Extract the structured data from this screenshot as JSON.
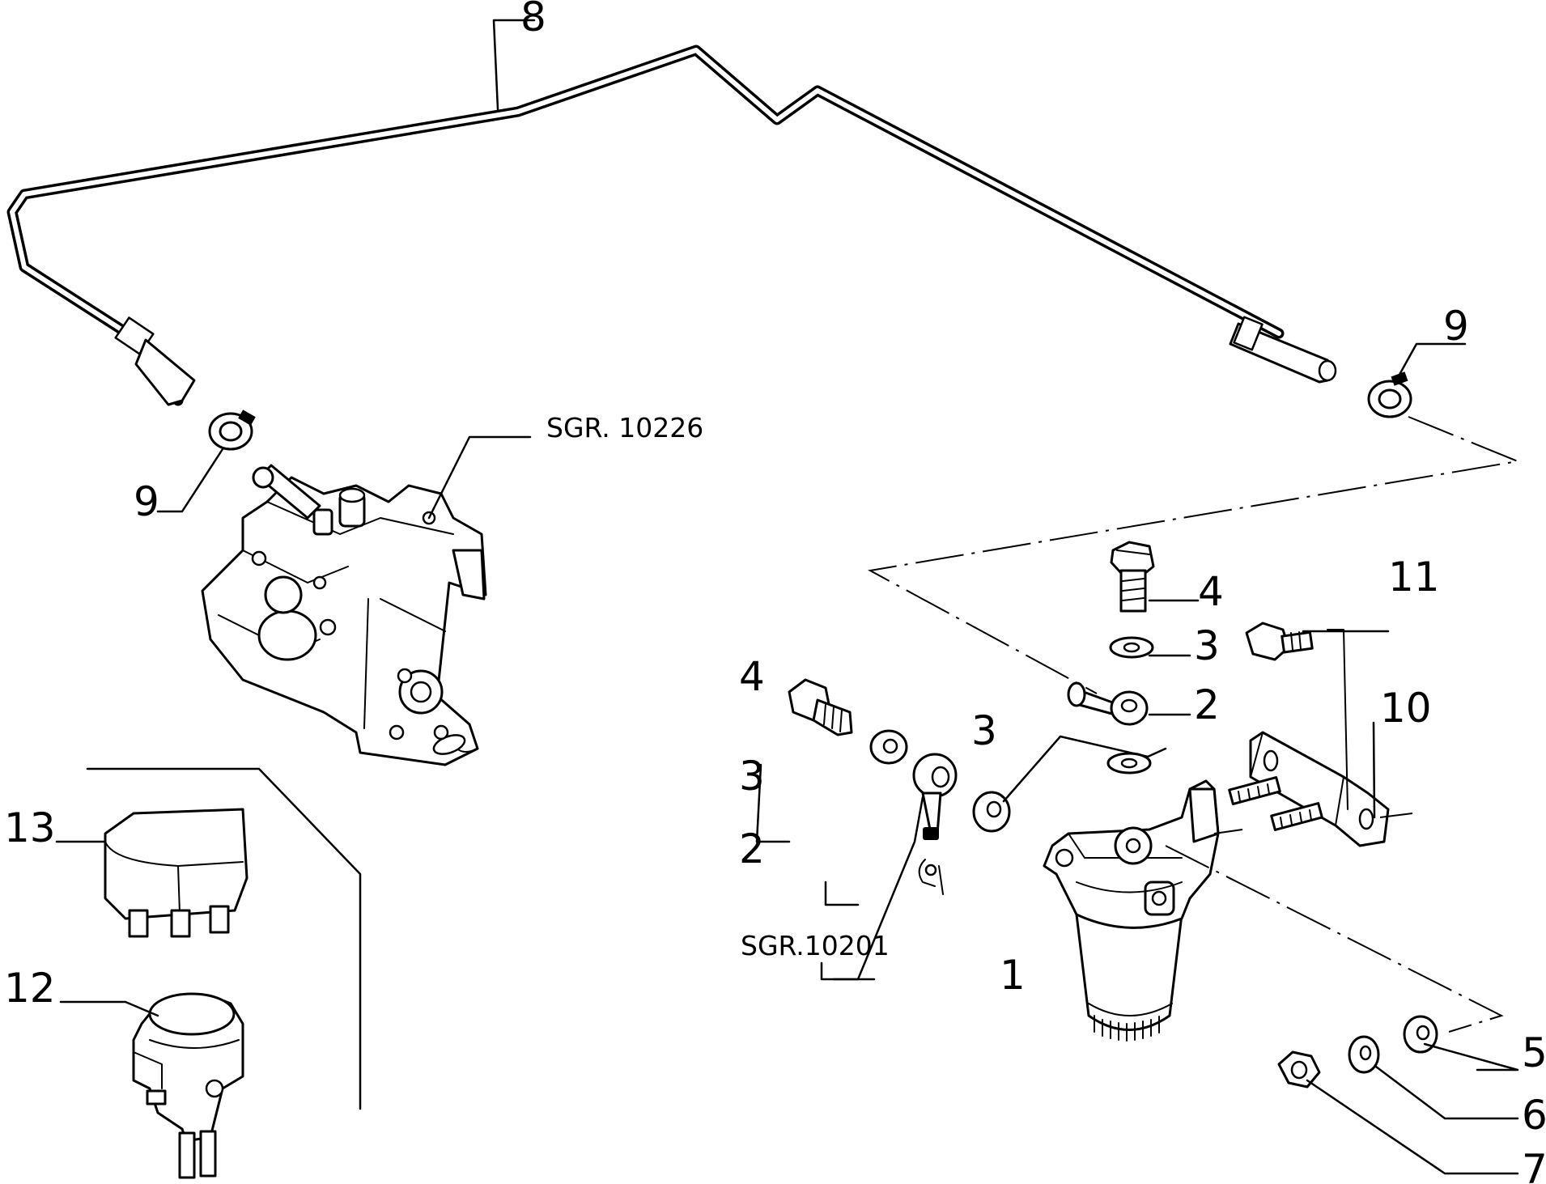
{
  "callouts": {
    "c1": "1",
    "c2a": "2",
    "c2b": "2",
    "c3a": "3",
    "c3b": "3",
    "c3c": "3",
    "c4a": "4",
    "c4b": "4",
    "c5": "5",
    "c6": "6",
    "c7": "7",
    "c8": "8",
    "c9a": "9",
    "c9b": "9",
    "c10": "10",
    "c11": "11",
    "c12": "12",
    "c13": "13"
  },
  "references": {
    "sgr_10226": "SGR. 10226",
    "sgr_10201": "SGR.10201"
  }
}
